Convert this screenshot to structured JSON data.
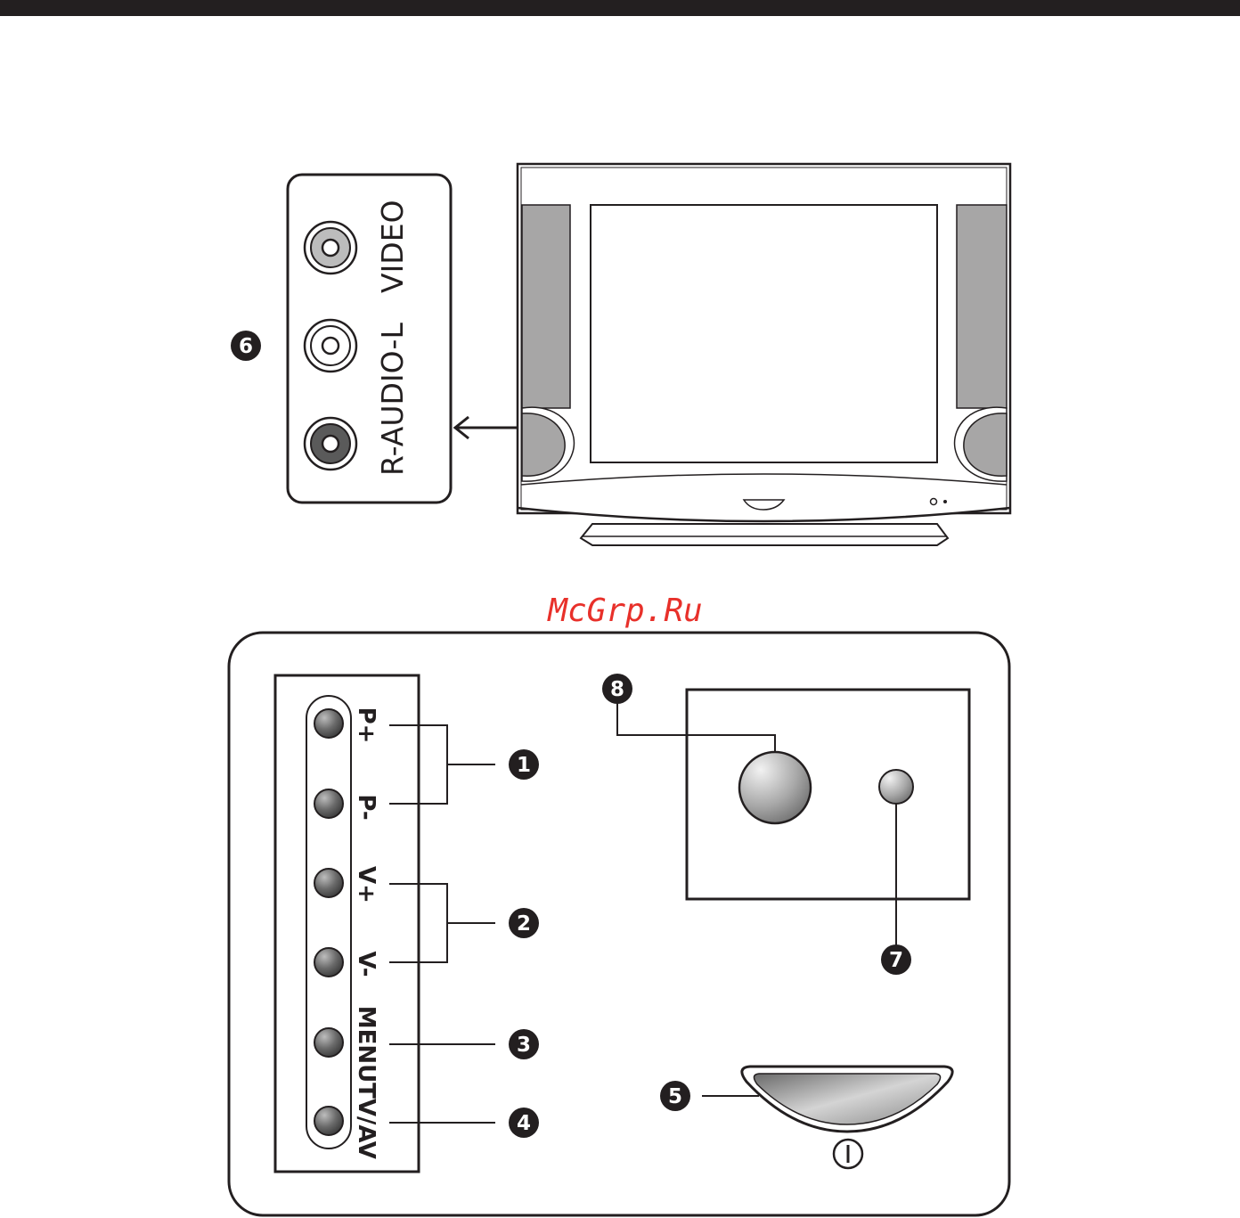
{
  "watermark": "McGrp.Ru",
  "av_panel": {
    "label_audio": "R-AUDIO-L",
    "label_video": "VIDEO",
    "callout": "6"
  },
  "control_panel": {
    "buttons": [
      {
        "label": "P+"
      },
      {
        "label": "P-"
      },
      {
        "label": "V+"
      },
      {
        "label": "V-"
      },
      {
        "label": "MENU"
      },
      {
        "label": "TV/AV"
      }
    ],
    "callouts": {
      "channel": "1",
      "volume": "2",
      "menu": "3",
      "tvav": "4",
      "power": "5",
      "indicator": "7",
      "sensor": "8"
    },
    "power_symbol": "power-symbol-icon"
  },
  "colors": {
    "ink": "#231f20",
    "speaker_gray": "#a7a6a6",
    "button_dark": "#5a5a5a",
    "watermark": "#e8302a"
  }
}
